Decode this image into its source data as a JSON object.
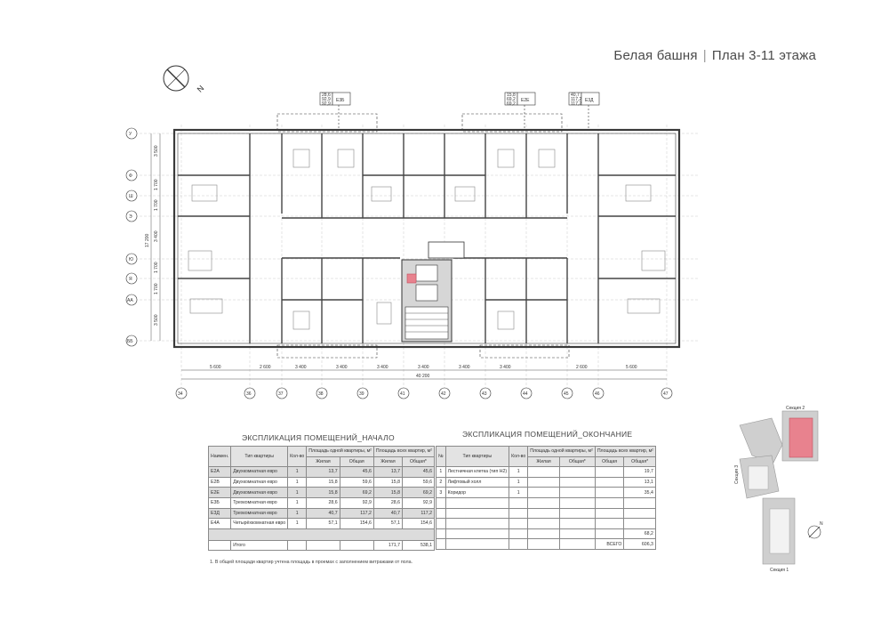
{
  "title": {
    "building": "Белая башня",
    "plan": "План 3-11 этажа"
  },
  "apartment_tags": [
    {
      "code": "Е3Б",
      "areas": [
        "28,6",
        "92,9",
        "92,9"
      ]
    },
    {
      "code": "Е2Е",
      "areas": [
        "15,8",
        "69,2",
        "69,2"
      ]
    },
    {
      "code": "Е3Д",
      "areas": [
        "40,7",
        "117,2",
        "117,2"
      ]
    }
  ],
  "axes": {
    "horizontal": [
      "34",
      "36",
      "37",
      "38",
      "39",
      "41",
      "42",
      "43",
      "44",
      "45",
      "46",
      "47"
    ],
    "vertical": [
      "У",
      "Ф",
      "Ш",
      "Э",
      "Ю",
      "Я",
      "АА",
      "ББ"
    ],
    "dims_bottom": [
      "5 600",
      "2 600",
      "3 400",
      "3 400",
      "3 400",
      "3 400",
      "3 400",
      "3 400",
      "2 600",
      "5 600"
    ],
    "dim_total": "40 200",
    "dims_left": [
      "3 500",
      "1 700",
      "1 700",
      "3 400",
      "1 700",
      "1 700",
      "3 500"
    ],
    "dim_left_total": "17 200"
  },
  "explication_start": {
    "title": "ЭКСПЛИКАЦИЯ ПОМЕЩЕНИЙ_НАЧАЛО",
    "headers": {
      "name": "Наимен.",
      "type": "Тип квартиры",
      "count": "Кол-во",
      "one_apt": "Площадь одной квартиры, м²",
      "all_apt": "Площадь всех квартир, м²",
      "living": "Жилая",
      "total": "Общая",
      "total_star": "Общая*"
    },
    "rows": [
      {
        "name": "Е2А",
        "type": "Двухкомнатная евро",
        "count": "1",
        "l1": "13,7",
        "t1": "45,6",
        "l2": "13,7",
        "t2": "45,6"
      },
      {
        "name": "Е2В",
        "type": "Двухкомнатная евро",
        "count": "1",
        "l1": "15,8",
        "t1": "59,6",
        "l2": "15,8",
        "t2": "59,6"
      },
      {
        "name": "Е2Е",
        "type": "Двухкомнатная евро",
        "count": "1",
        "l1": "15,8",
        "t1": "69,2",
        "l2": "15,8",
        "t2": "69,2"
      },
      {
        "name": "Е3Б",
        "type": "Трехкомнатная евро",
        "count": "1",
        "l1": "28,6",
        "t1": "92,9",
        "l2": "28,6",
        "t2": "92,9"
      },
      {
        "name": "Е3Д",
        "type": "Трехкомнатная евро",
        "count": "1",
        "l1": "40,7",
        "t1": "117,2",
        "l2": "40,7",
        "t2": "117,2"
      },
      {
        "name": "Е4А",
        "type": "Четырёхкомнатная евро",
        "count": "1",
        "l1": "57,1",
        "t1": "154,6",
        "l2": "57,1",
        "t2": "154,6"
      }
    ],
    "total_label": "Итого",
    "total_living": "171,7",
    "total_total": "538,1",
    "note": "1. В общей площади квартир учтена площадь в проемах с заполнением витражами от пола."
  },
  "explication_end": {
    "title": "ЭКСПЛИКАЦИЯ ПОМЕЩЕНИЙ_ОКОНЧАНИЕ",
    "headers": {
      "num": "№",
      "type": "Тип квартиры",
      "count": "Кол-во",
      "one_apt": "Площадь одной квартиры, м²",
      "all_apt": "Площадь всех квартир, м²",
      "living": "Жилая",
      "total_star": "Общая*",
      "total": "Общая"
    },
    "rows": [
      {
        "num": "1",
        "type": "Лестничная клетка (тип Н2)",
        "count": "1",
        "value": "19,7"
      },
      {
        "num": "2",
        "type": "Лифтовый холл",
        "count": "1",
        "value": "13,1"
      },
      {
        "num": "3",
        "type": "Коридор",
        "count": "1",
        "value": "35,4"
      }
    ],
    "subtotal": "68,2",
    "grand_label": "ВСЕГО",
    "grand_total": "606,3"
  },
  "key_plan": {
    "sections": [
      "Секция 1",
      "Секция 2",
      "Секция 3"
    ],
    "north": "N",
    "highlight_color": "#e8828e"
  },
  "colors": {
    "highlight": "#e8828e",
    "wall": "#3a3a3a",
    "line": "#666666"
  }
}
